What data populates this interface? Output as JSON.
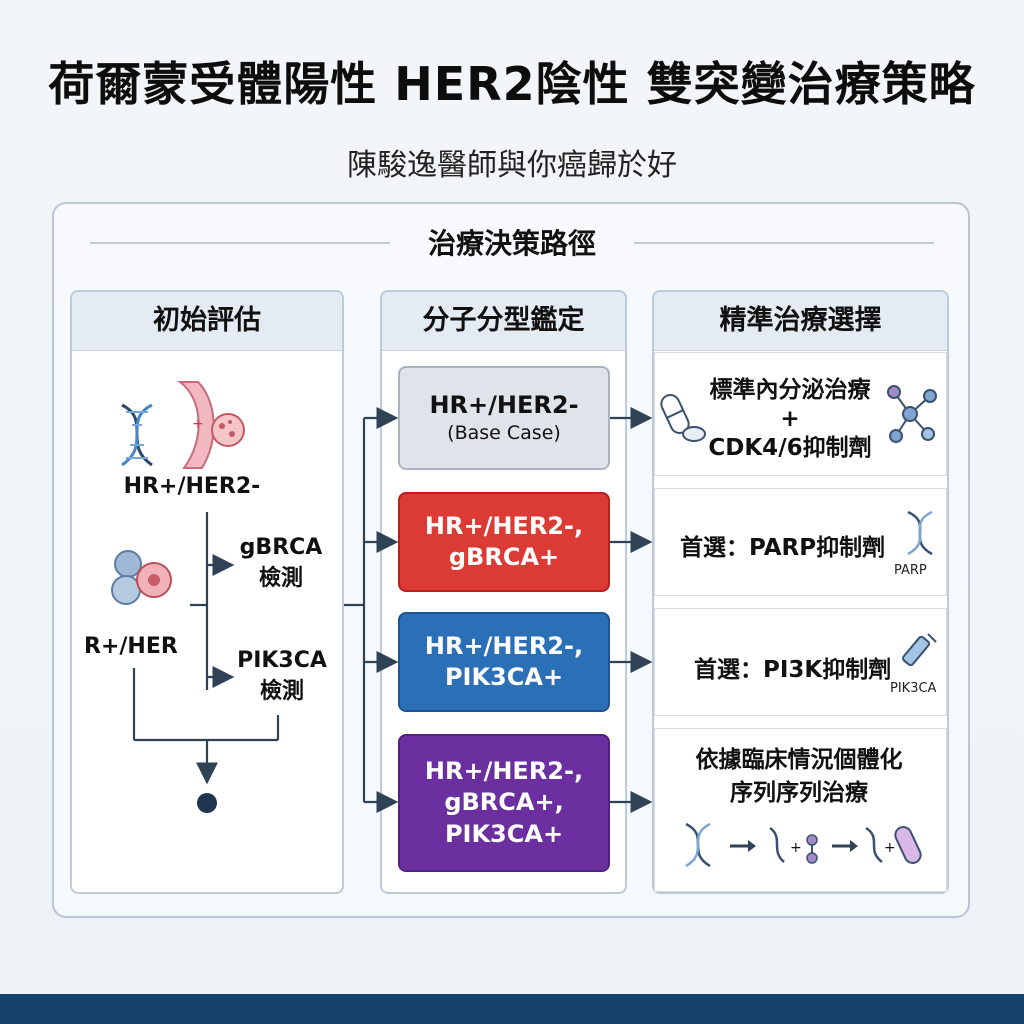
{
  "title": "荷爾蒙受體陽性 HER2陰性 雙突變治療策略",
  "subtitle": "陳駿逸醫師與你癌歸於好",
  "section_title": "治療決策路徑",
  "columns": {
    "initial": {
      "header": "初始評估",
      "status_label": "HR+/HER2-",
      "status_label_2": "R+/HER",
      "tests": [
        {
          "line1": "gBRCA",
          "line2": "檢測"
        },
        {
          "line1": "PIK3CA",
          "line2": "檢測"
        }
      ]
    },
    "molecular": {
      "header": "分子分型鑑定",
      "boxes": [
        {
          "line1": "HR+/HER2-",
          "line2": "(Base Case)",
          "line3": ""
        },
        {
          "line1": "HR+/HER2-,",
          "line2": "gBRCA+",
          "line3": ""
        },
        {
          "line1": "HR+/HER2-,",
          "line2": "PIK3CA+",
          "line3": ""
        },
        {
          "line1": "HR+/HER2-,",
          "line2": "gBRCA+,",
          "line3": "PIK3CA+"
        }
      ]
    },
    "precision": {
      "header": "精準治療選擇",
      "options": [
        {
          "line1": "標準內分泌治療",
          "line2": "+",
          "line3": "CDK4/6抑制劑",
          "tag": ""
        },
        {
          "line1": "首選：PARP抑制劑",
          "line2": "",
          "line3": "",
          "tag": "PARP"
        },
        {
          "line1": "首選：PI3K抑制劑",
          "line2": "",
          "line3": "",
          "tag": "PIK3CA"
        },
        {
          "line1": "依據臨床情況個體化",
          "line2": "序列序列治療",
          "line3": "",
          "tag": ""
        }
      ]
    }
  },
  "colors": {
    "grey": "#dfe4ea",
    "red": "#db3a35",
    "blue": "#2b6fb6",
    "purple": "#6b2fa0",
    "line": "#2f4256"
  }
}
